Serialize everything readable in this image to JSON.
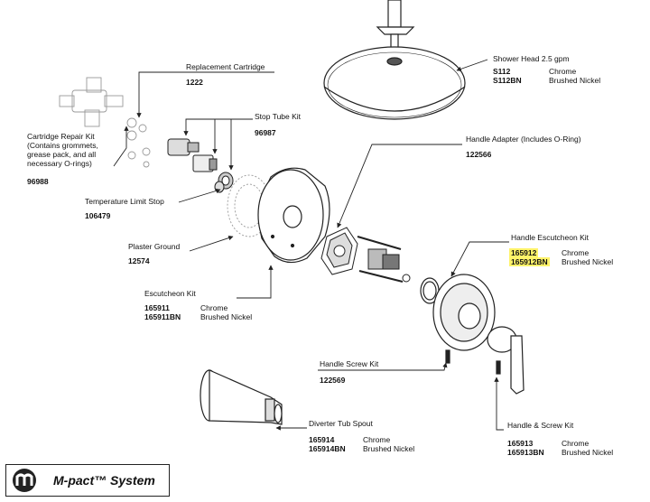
{
  "parts": {
    "shower_head": {
      "label": "Shower Head 2.5 gpm",
      "finishes": [
        {
          "number": "S112",
          "finish": "Chrome"
        },
        {
          "number": "S112BN",
          "finish": "Brushed Nickel"
        }
      ]
    },
    "replacement_cartridge": {
      "label": "Replacement Cartridge",
      "number": "1222"
    },
    "stop_tube_kit": {
      "label": "Stop Tube Kit",
      "number": "96987"
    },
    "cartridge_repair_kit": {
      "label_lines": [
        "Cartridge Repair Kit",
        "(Contains grommets,",
        "grease pack, and all",
        "necessary O-rings)"
      ],
      "number": "96988"
    },
    "handle_adapter": {
      "label": "Handle Adapter (Includes O-Ring)",
      "number": "122566"
    },
    "temperature_limit_stop": {
      "label": "Temperature Limit Stop",
      "number": "106479"
    },
    "plaster_ground": {
      "label": "Plaster Ground",
      "number": "12574"
    },
    "handle_escutcheon_kit": {
      "label": "Handle Escutcheon Kit",
      "finishes": [
        {
          "number": "165912",
          "finish": "Chrome"
        },
        {
          "number": "165912BN",
          "finish": "Brushed Nickel"
        }
      ]
    },
    "escutcheon_kit": {
      "label": "Escutcheon Kit",
      "finishes": [
        {
          "number": "165911",
          "finish": "Chrome"
        },
        {
          "number": "165911BN",
          "finish": "Brushed Nickel"
        }
      ]
    },
    "handle_screw_kit": {
      "label": "Handle Screw Kit",
      "number": "122569"
    },
    "diverter_tub_spout": {
      "label": "Diverter Tub Spout",
      "finishes": [
        {
          "number": "165914",
          "finish": "Chrome"
        },
        {
          "number": "165914BN",
          "finish": "Brushed Nickel"
        }
      ]
    },
    "handle_and_screw_kit": {
      "label": "Handle & Screw Kit",
      "finishes": [
        {
          "number": "165913",
          "finish": "Chrome"
        },
        {
          "number": "165913BN",
          "finish": "Brushed Nickel"
        }
      ]
    }
  },
  "logo": {
    "text": "M-pact™ System",
    "icon": "m-pact-logo-icon"
  },
  "colors": {
    "highlight": "#fff36a",
    "line": "#222222",
    "text": "#111111"
  }
}
